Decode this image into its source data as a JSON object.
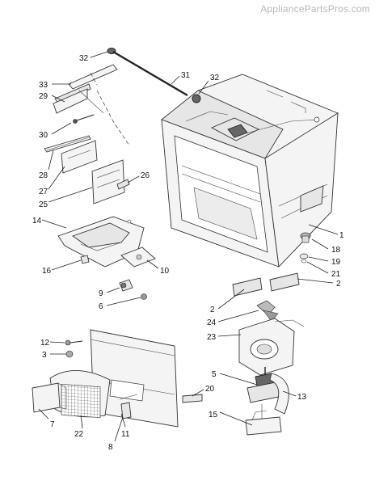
{
  "watermark": "AppliancePartsPros.com",
  "callouts": {
    "c32a": "32",
    "c31": "31",
    "c32b": "32",
    "c33": "33",
    "c29": "29",
    "c30": "30",
    "c28": "28",
    "c27": "27",
    "c26": "26",
    "c25": "25",
    "c14": "14",
    "c16": "16",
    "c10": "10",
    "c9": "9",
    "c6": "6",
    "c1": "1",
    "c18": "18",
    "c19": "19",
    "c21": "21",
    "c2a": "2",
    "c2b": "2",
    "c24": "24",
    "c23": "23",
    "c12": "12",
    "c3": "3",
    "c5": "5",
    "c13": "13",
    "c20": "20",
    "c7": "7",
    "c11": "11",
    "c8": "8",
    "c22": "22",
    "c15": "15"
  }
}
